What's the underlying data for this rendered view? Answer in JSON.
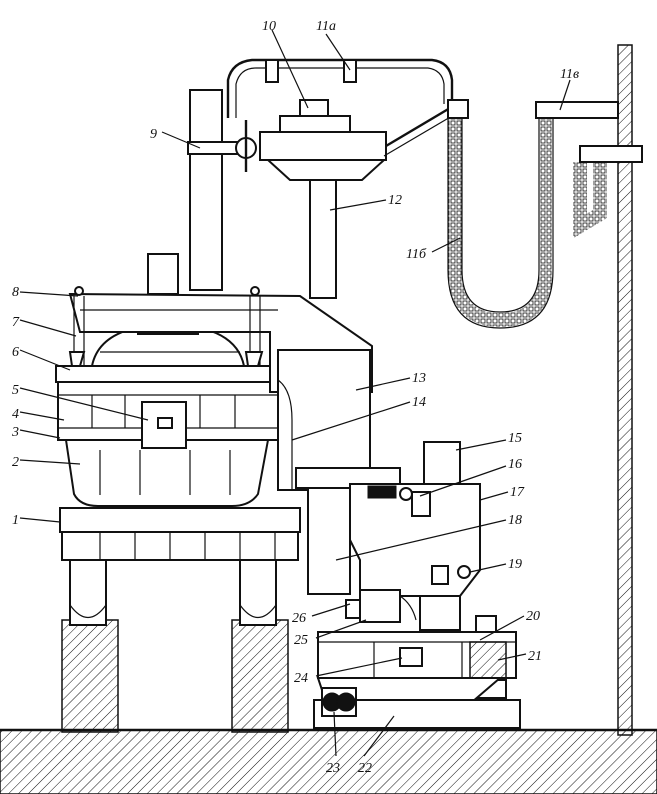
{
  "labels": {
    "l1": "1",
    "l2": "2",
    "l3": "3",
    "l4": "4",
    "l5": "5",
    "l6": "6",
    "l7": "7",
    "l8": "8",
    "l9": "9",
    "l10": "10",
    "l11a": "11a",
    "l11b": "11б",
    "l11v": "11в",
    "l12": "12",
    "l13": "13",
    "l14": "14",
    "l15": "15",
    "l16": "16",
    "l17": "17",
    "l18": "18",
    "l19": "19",
    "l20": "20",
    "l21": "21",
    "l22": "22",
    "l23": "23",
    "l24": "24",
    "l25": "25",
    "l26": "26"
  }
}
